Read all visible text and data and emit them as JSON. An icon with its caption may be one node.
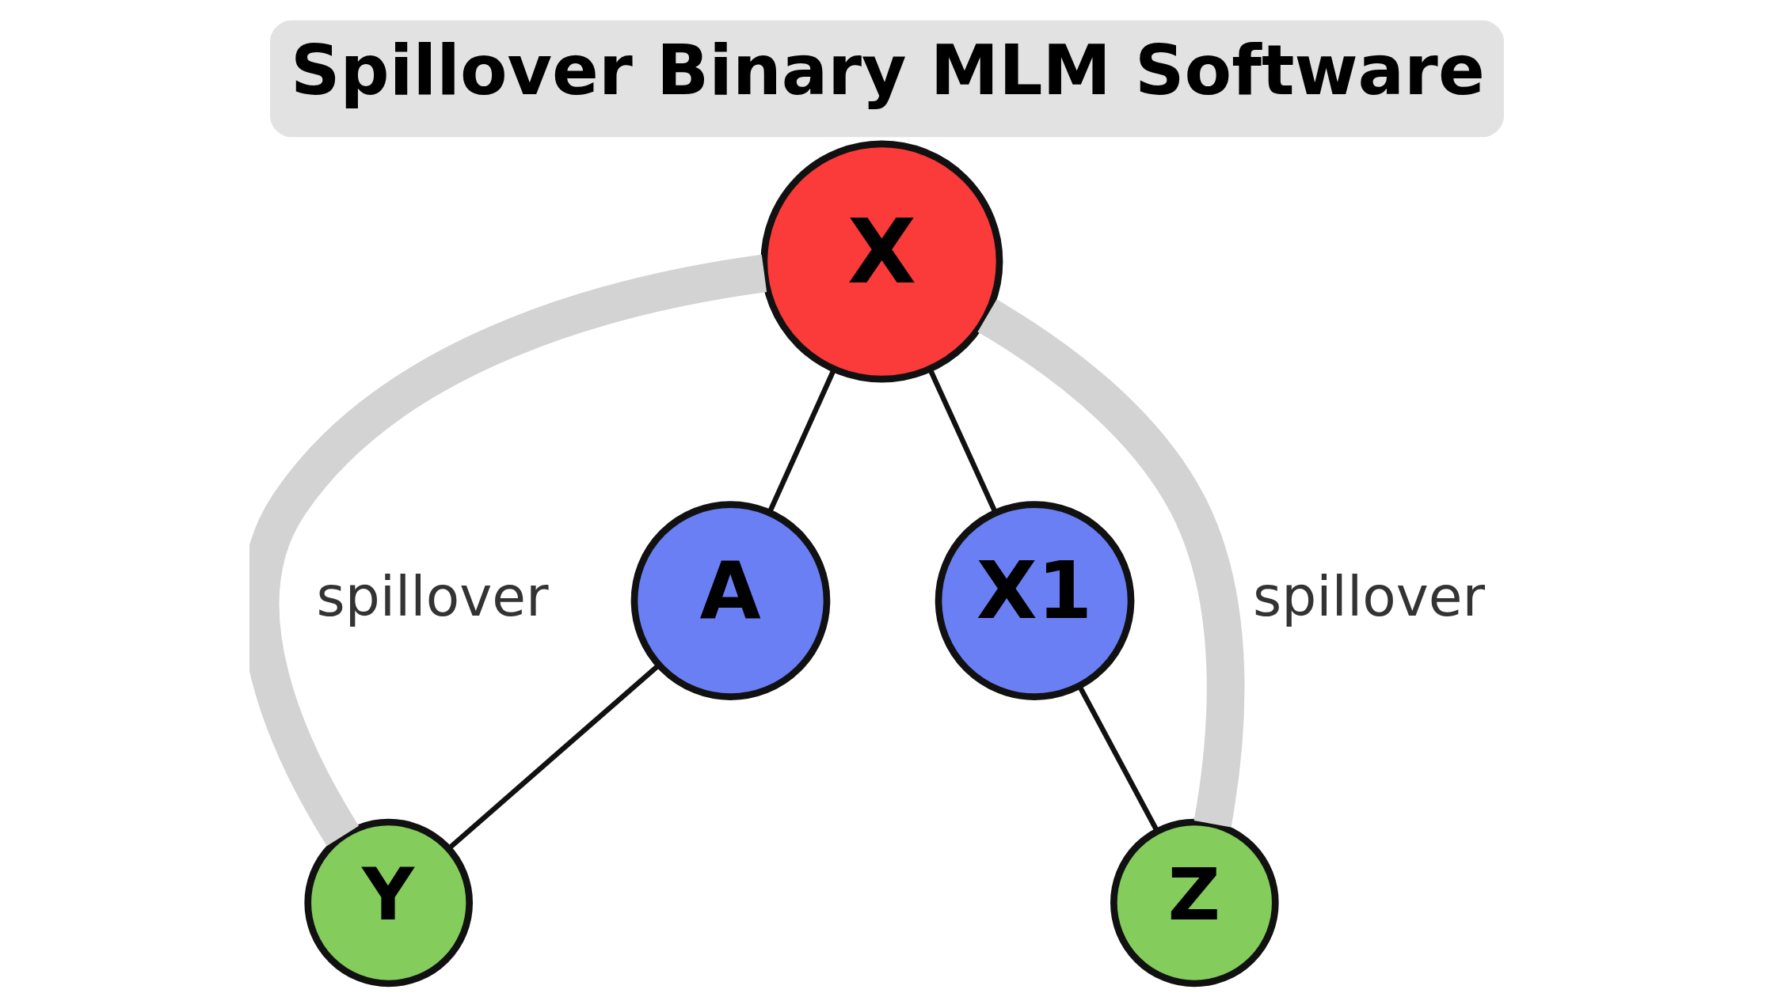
{
  "diagram": {
    "title": "Spillover Binary MLM Software",
    "nodes": [
      {
        "text": [
          "X"
        ]
      },
      {
        "text": [
          "A"
        ]
      },
      {
        "text": [
          "X1"
        ]
      },
      {
        "text": [
          "Y"
        ]
      },
      {
        "text": [
          "Z"
        ]
      }
    ],
    "edges": [
      {
        "from": 0,
        "to": 3,
        "arrow": "none",
        "label": "spillover",
        "style": "thick",
        "color": "#d3d3d3"
      },
      {
        "from": 0,
        "to": 1,
        "arrow": "none"
      },
      {
        "from": 0,
        "to": 2,
        "arrow": "none"
      },
      {
        "from": 0,
        "to": 4,
        "arrow": "none",
        "label": "spillover",
        "style": "thick",
        "color": "#d3d3d3"
      },
      {
        "from": 1,
        "to": 3,
        "arrow": "none"
      },
      {
        "from": 2,
        "to": 4,
        "arrow": "none"
      }
    ]
  }
}
